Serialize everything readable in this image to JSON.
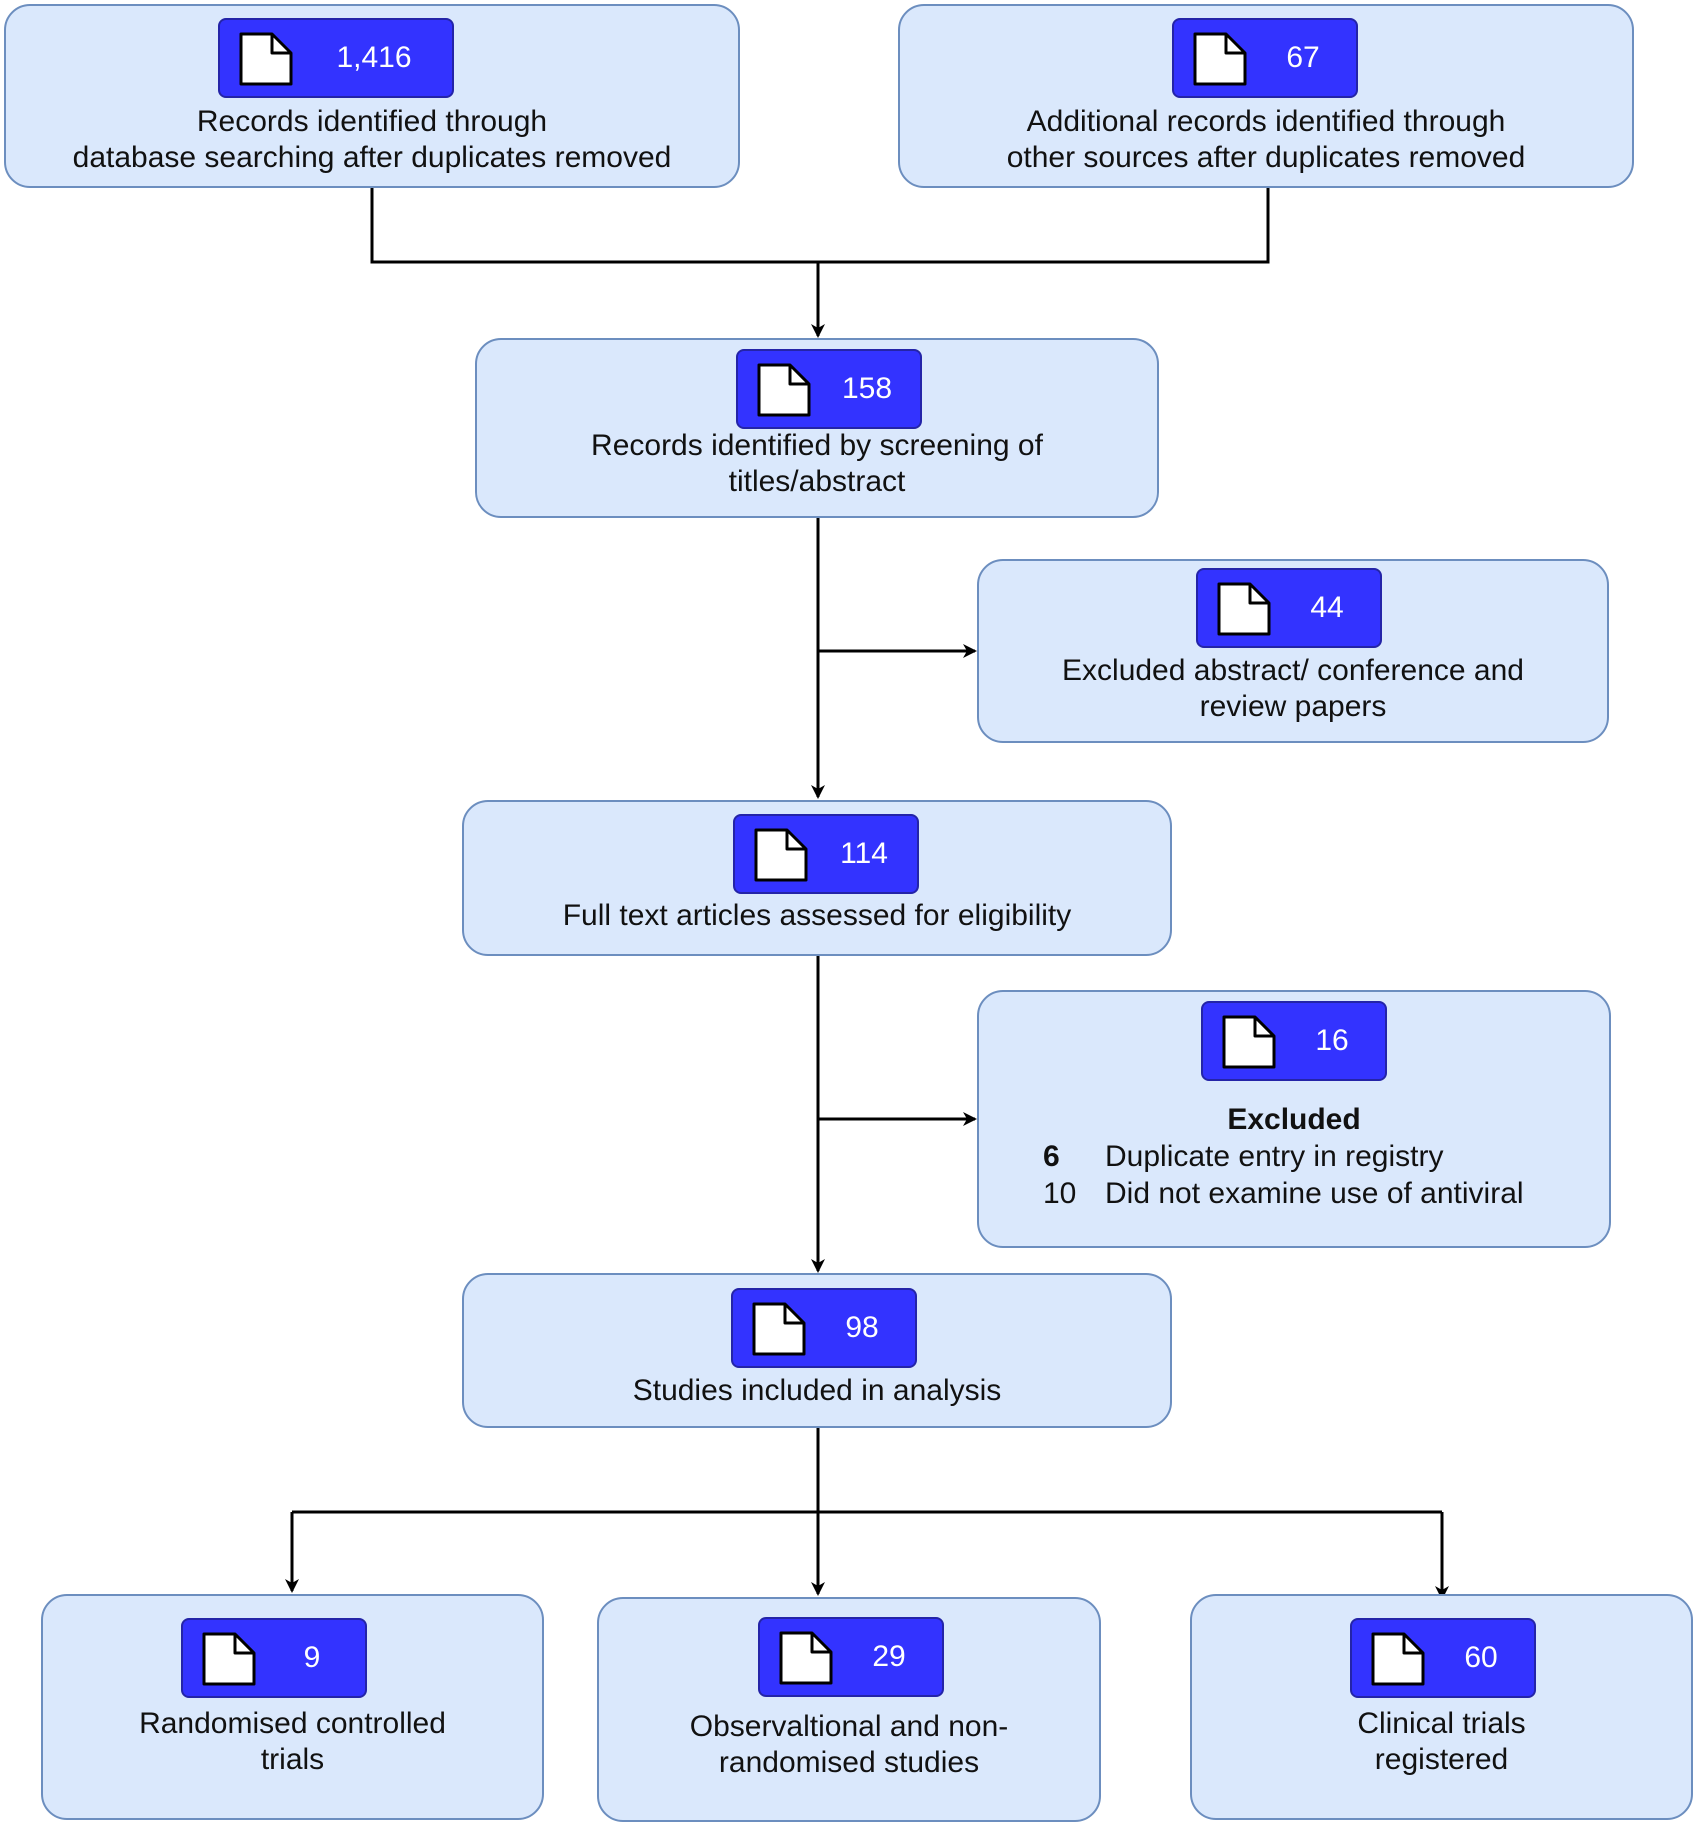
{
  "nodes": {
    "database": {
      "count": "1,416",
      "label": "Records identified through\ndatabase searching after duplicates removed"
    },
    "other_sources": {
      "count": "67",
      "label": "Additional records identified through\nother sources after duplicates removed"
    },
    "screening": {
      "count": "158",
      "label": "Records identified by screening of\ntitles/abstract"
    },
    "excluded_abstract": {
      "count": "44",
      "label": "Excluded abstract/ conference and\nreview papers"
    },
    "full_text": {
      "count": "114",
      "label": "Full text articles assessed for eligibility"
    },
    "excluded": {
      "count": "16",
      "title": "Excluded",
      "reasons": [
        {
          "n": "6",
          "text": "Duplicate entry in registry"
        },
        {
          "n": "10",
          "text": "Did not examine use of antiviral"
        }
      ]
    },
    "included": {
      "count": "98",
      "label": "Studies included in analysis"
    },
    "rct": {
      "count": "9",
      "label": "Randomised controlled\ntrials"
    },
    "observational": {
      "count": "29",
      "label": "Observaltional and non-\nrandomised studies"
    },
    "clinical_trials": {
      "count": "60",
      "label": "Clinical trials\nregistered"
    }
  },
  "colors": {
    "box_fill": "#dae8fc",
    "box_border": "#6c8ebf",
    "badge_fill": "#3333ff",
    "connector": "#000000"
  }
}
